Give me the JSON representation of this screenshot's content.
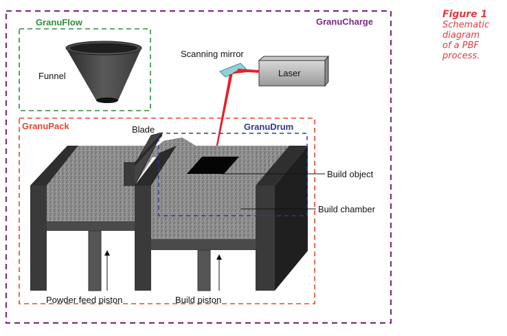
{
  "caption": {
    "figure": "Figure 1",
    "lines": [
      "Schematic",
      "diagram",
      "of a PBF",
      "process."
    ]
  },
  "groups": {
    "charge": {
      "label": "GranuCharge",
      "color": "#7b2a86"
    },
    "flow": {
      "label": "GranuFlow",
      "color": "#2e8b3a"
    },
    "pack": {
      "label": "GranuPack",
      "color": "#e8452c"
    },
    "drum": {
      "label": "GranuDrum",
      "color": "#2e3a8c"
    }
  },
  "labels": {
    "funnel": "Funnel",
    "scanning_mirror": "Scanning mirror",
    "laser": "Laser",
    "blade": "Blade",
    "build_object": "Build object",
    "build_chamber": "Build chamber",
    "powder_feed_piston": "Powder feed piston",
    "build_piston": "Build piston"
  },
  "colors": {
    "caption": "#e03a3e",
    "laser_beam": "#e8202a",
    "mirror": "#8fd3d8",
    "structure": "#3a3a3a",
    "powder": "#8a8a8a"
  }
}
